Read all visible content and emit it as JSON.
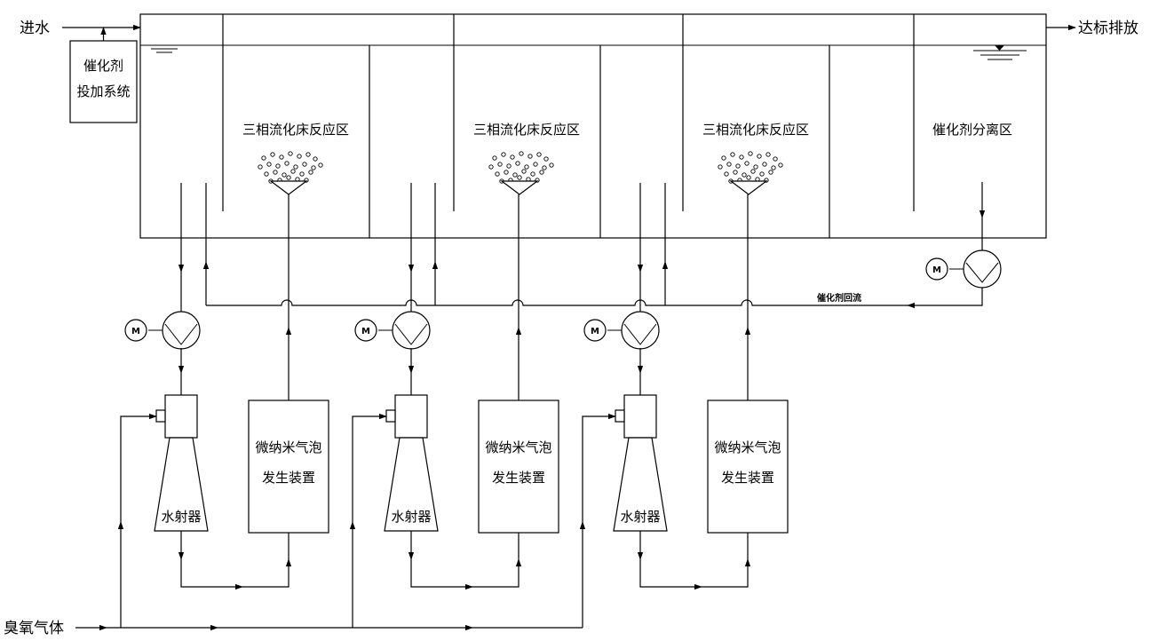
{
  "labels": {
    "water_inlet": "进水",
    "discharge": "达标排放",
    "catalyst_dosing_line1": "催化剂",
    "catalyst_dosing_line2": "投加系统",
    "zone1": "三相流化床反应区",
    "zone2": "三相流化床反应区",
    "zone3": "三相流化床反应区",
    "separation_zone": "催化剂分离区",
    "catalyst_return": "催化剂回流",
    "motor": "M",
    "ejector1": "水射器",
    "ejector2": "水射器",
    "ejector3": "水射器",
    "bubble_gen1_line1": "微纳米气泡",
    "bubble_gen1_line2": "发生装置",
    "bubble_gen2_line1": "微纳米气泡",
    "bubble_gen2_line2": "发生装置",
    "bubble_gen3_line1": "微纳米气泡",
    "bubble_gen3_line2": "发生装置",
    "ozone_gas": "臭氧气体"
  }
}
